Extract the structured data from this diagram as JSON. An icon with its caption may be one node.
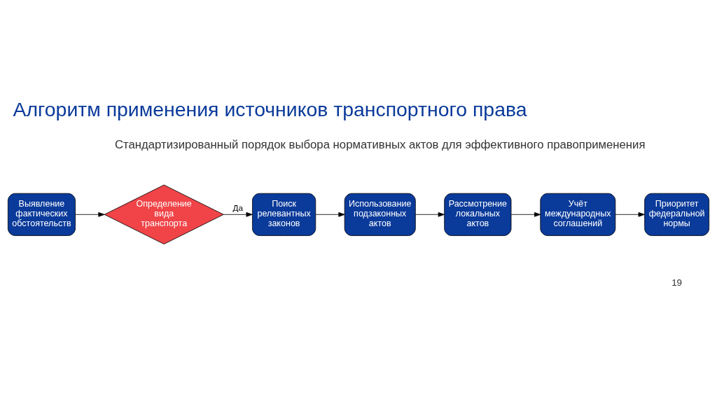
{
  "diagram": {
    "title": "Алгоритм применения источников транспортного права",
    "nodes": [
      {
        "text": [
          "Выявление фактических обстоятельств"
        ]
      },
      {
        "text": [
          "Определение вида транспорта"
        ]
      },
      {
        "text": [
          "Поиск релевантных законов"
        ]
      },
      {
        "text": [
          "Использование подзаконных актов"
        ]
      },
      {
        "text": [
          "Рассмотрение локальных актов"
        ]
      },
      {
        "text": [
          "Учёт международных соглашений"
        ]
      },
      {
        "text": [
          "Приоритет федеральной нормы"
        ]
      }
    ],
    "edges": [
      {
        "from": 0,
        "to": 1,
        "arrow": "to"
      },
      {
        "from": 1,
        "to": 2,
        "arrow": "to",
        "label": "Да"
      },
      {
        "from": 2,
        "to": 3,
        "arrow": "to"
      },
      {
        "from": 3,
        "to": 4,
        "arrow": "to"
      },
      {
        "from": 4,
        "to": 5,
        "arrow": "to"
      },
      {
        "from": 5,
        "to": 6,
        "arrow": "to"
      }
    ],
    "labels": [
      "Стандартизированный порядок выбора нормативных актов для эффективного правоприменения",
      "19"
    ]
  }
}
